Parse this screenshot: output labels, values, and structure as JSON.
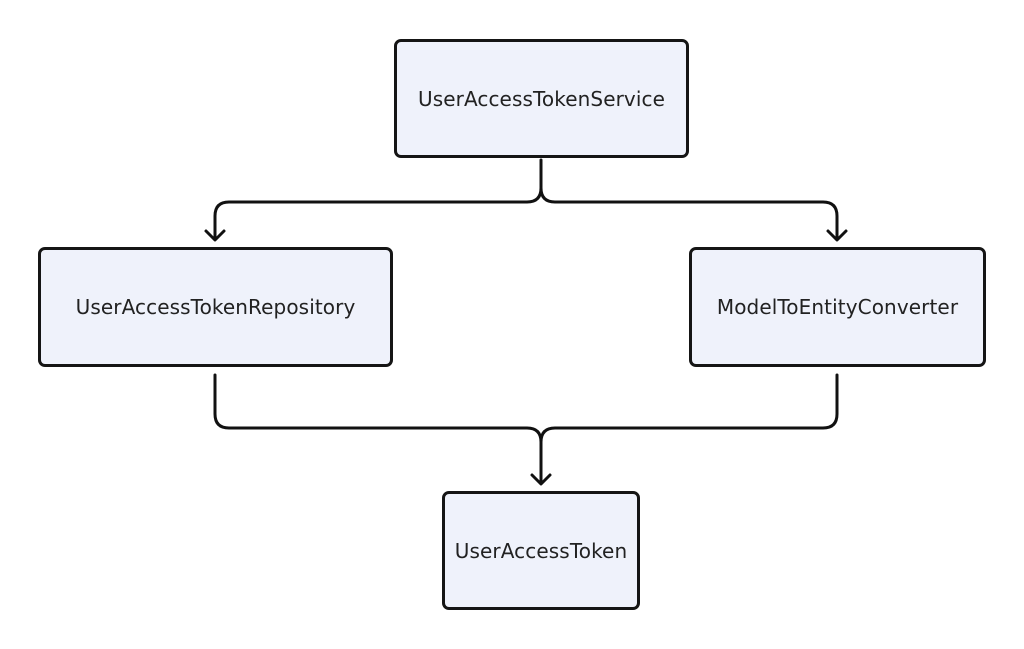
{
  "diagram": {
    "nodes": {
      "service": {
        "label": "UserAccessTokenService"
      },
      "repository": {
        "label": "UserAccessTokenRepository"
      },
      "converter": {
        "label": "ModelToEntityConverter"
      },
      "token": {
        "label": "UserAccessToken"
      }
    },
    "edges": [
      {
        "from": "UserAccessTokenService",
        "to": "UserAccessTokenRepository"
      },
      {
        "from": "UserAccessTokenService",
        "to": "ModelToEntityConverter"
      },
      {
        "from": "UserAccessTokenRepository",
        "to": "UserAccessToken"
      },
      {
        "from": "ModelToEntityConverter",
        "to": "UserAccessToken"
      }
    ],
    "colors": {
      "node_fill": "#eff2fb",
      "node_border": "#151515",
      "connector": "#111111",
      "text": "#222222"
    }
  }
}
